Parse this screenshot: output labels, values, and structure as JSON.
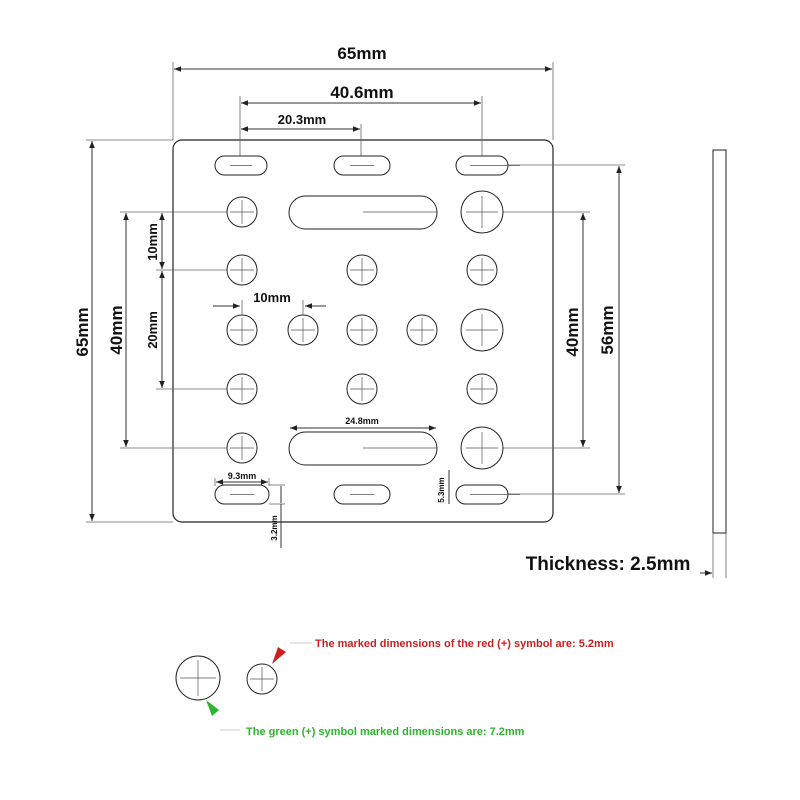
{
  "dimensions": {
    "width_total": "65mm",
    "width_outer_holes": "40.6mm",
    "width_half": "20.3mm",
    "height_total": "65mm",
    "height_left_40": "40mm",
    "height_left_20": "20mm",
    "height_left_10": "10mm",
    "spacing_10": "10mm",
    "height_right_40": "40mm",
    "height_right_56": "56mm",
    "slot_length": "24.8mm",
    "small_slot_length": "9.3mm",
    "small_slot_width": "3.2mm",
    "small_slot_offset": "5.3mm"
  },
  "thickness": {
    "label": "Thickness: 2.5mm"
  },
  "legend": {
    "red_note": "The marked dimensions of the red (+) symbol are: 5.2mm",
    "green_note": "The green (+) symbol marked dimensions are: 7.2mm",
    "red_color": "#cc1f1f",
    "green_color": "#2db52d"
  }
}
